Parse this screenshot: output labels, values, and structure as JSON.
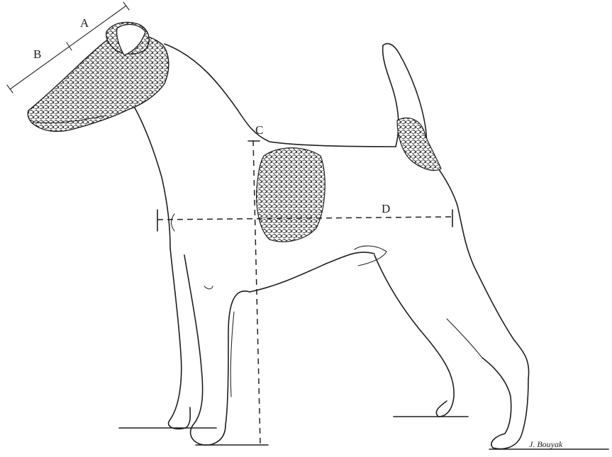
{
  "labels": {
    "a": "A",
    "b": "B",
    "c": "C",
    "d": "D"
  },
  "signature": "J. Bouyak",
  "colors": {
    "ink": "#1f1f1f",
    "background": "#ffffff"
  }
}
